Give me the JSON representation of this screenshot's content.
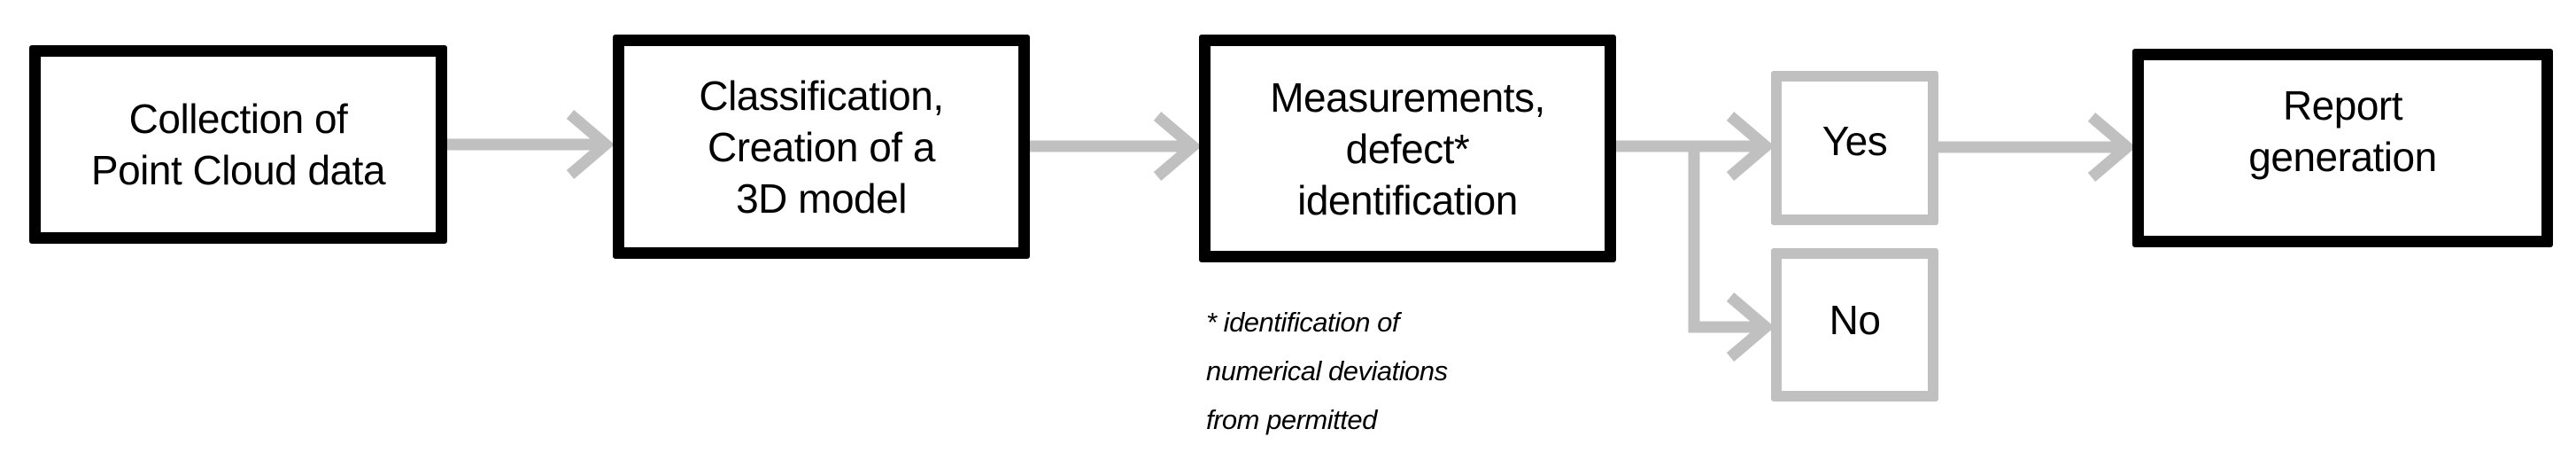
{
  "diagram": {
    "type": "flowchart",
    "colors": {
      "primary_border": "#000000",
      "secondary_border": "#c0c0c0",
      "arrow": "#c0c0c0",
      "background": "#ffffff",
      "text": "#000000"
    },
    "nodes": [
      {
        "id": "collection",
        "label": "Collection of\nPoint Cloud data",
        "style": "black"
      },
      {
        "id": "classification",
        "label": "Classification,\nCreation of a\n3D model",
        "style": "black"
      },
      {
        "id": "measurements",
        "label": "Measurements,\ndefect*\nidentification",
        "style": "black"
      },
      {
        "id": "yes",
        "label": "Yes",
        "style": "gray"
      },
      {
        "id": "no",
        "label": "No",
        "style": "gray"
      },
      {
        "id": "report",
        "label": "Report\ngeneration",
        "style": "black"
      }
    ],
    "edges": [
      {
        "from": "collection",
        "to": "classification"
      },
      {
        "from": "classification",
        "to": "measurements"
      },
      {
        "from": "measurements",
        "to": "yes"
      },
      {
        "from": "measurements",
        "to": "no"
      },
      {
        "from": "yes",
        "to": "report"
      }
    ],
    "footnote": "* identification of\nnumerical deviations\nfrom permitted"
  }
}
